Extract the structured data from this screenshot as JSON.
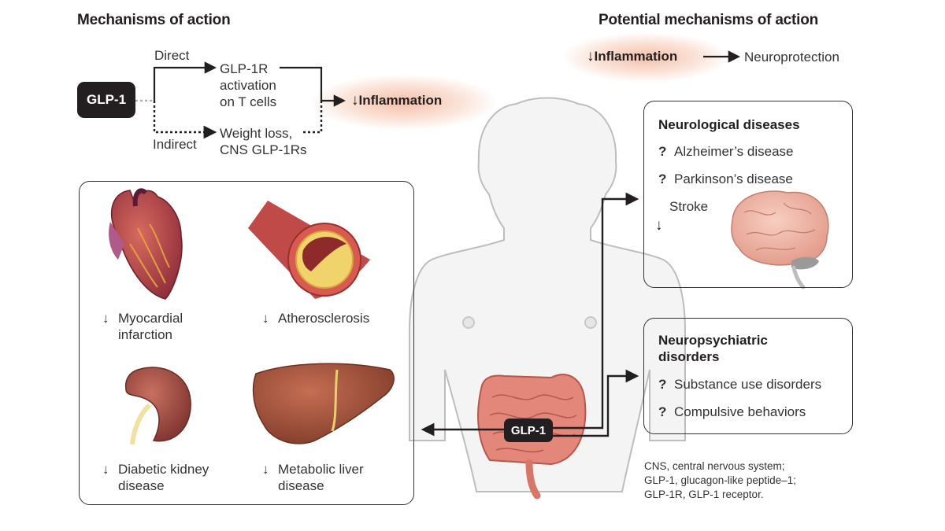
{
  "mechanisms": {
    "title": "Mechanisms of action",
    "glp1_label": "GLP-1",
    "direct_label": "Direct",
    "indirect_label": "Indirect",
    "direct_target": [
      "GLP-1R",
      "activation",
      "on T cells"
    ],
    "indirect_target": [
      "Weight loss,",
      "CNS GLP-1Rs"
    ],
    "outcome_arrow": "↓",
    "outcome_label": "Inflammation"
  },
  "potential": {
    "title": "Potential mechanisms of action",
    "arrow": "↓",
    "inflammation_label": "Inflammation",
    "neuroprotection_label": "Neuroprotection"
  },
  "neurological": {
    "title": "Neurological diseases",
    "items": [
      {
        "mark": "?",
        "label": "Alzheimer’s disease"
      },
      {
        "mark": "?",
        "label": "Parkinson’s disease"
      },
      {
        "mark": "",
        "label": "Stroke"
      }
    ],
    "extra_mark": "↓"
  },
  "neuropsychiatric": {
    "title_line1": "Neuropsychiatric",
    "title_line2": "disorders",
    "items": [
      {
        "mark": "?",
        "label": "Substance use disorders"
      },
      {
        "mark": "?",
        "label": "Compulsive behaviors"
      }
    ]
  },
  "organs": [
    {
      "mark": "↓",
      "line1": "Myocardial",
      "line2": "infarction",
      "icon": "heart-icon"
    },
    {
      "mark": "↓",
      "line1": "Atherosclerosis",
      "line2": "",
      "icon": "artery-icon"
    },
    {
      "mark": "↓",
      "line1": "Diabetic kidney",
      "line2": "disease",
      "icon": "kidney-icon"
    },
    {
      "mark": "↓",
      "line1": "Metabolic liver",
      "line2": "disease",
      "icon": "liver-icon"
    }
  ],
  "gut_glp1_label": "GLP-1",
  "footnote": [
    "CNS, central nervous system;",
    "GLP-1, glucagon-like peptide–1;",
    "GLP-1R, GLP-1 receptor."
  ],
  "colors": {
    "ink": "#231f20",
    "glow": "#f0aa8c",
    "heart": "#b8474a",
    "kidney": "#a8554e",
    "liver": "#a0553f",
    "intestine": "#e3877a",
    "brain": "#f0b7a8"
  }
}
